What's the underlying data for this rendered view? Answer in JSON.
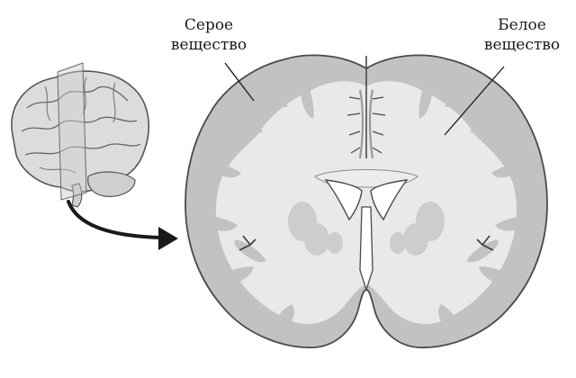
{
  "labels": {
    "gray_matter": {
      "line1": "Серое",
      "line2": "вещество"
    },
    "white_matter": {
      "line1": "Белое",
      "line2": "вещество"
    }
  },
  "colors": {
    "background": "#ffffff",
    "gray_matter": "#c2c2c2",
    "white_matter": "#e9e9e9",
    "outline": "#4a4a4a",
    "ventricle": "#ffffff",
    "basal_nuclei": "#c8c8c8",
    "arrow": "#1a1a1a"
  },
  "icons": {
    "small_brain": "brain-lateral-view-icon",
    "section_plane": "coronal-plane-icon",
    "arrow": "curved-arrow-icon"
  }
}
